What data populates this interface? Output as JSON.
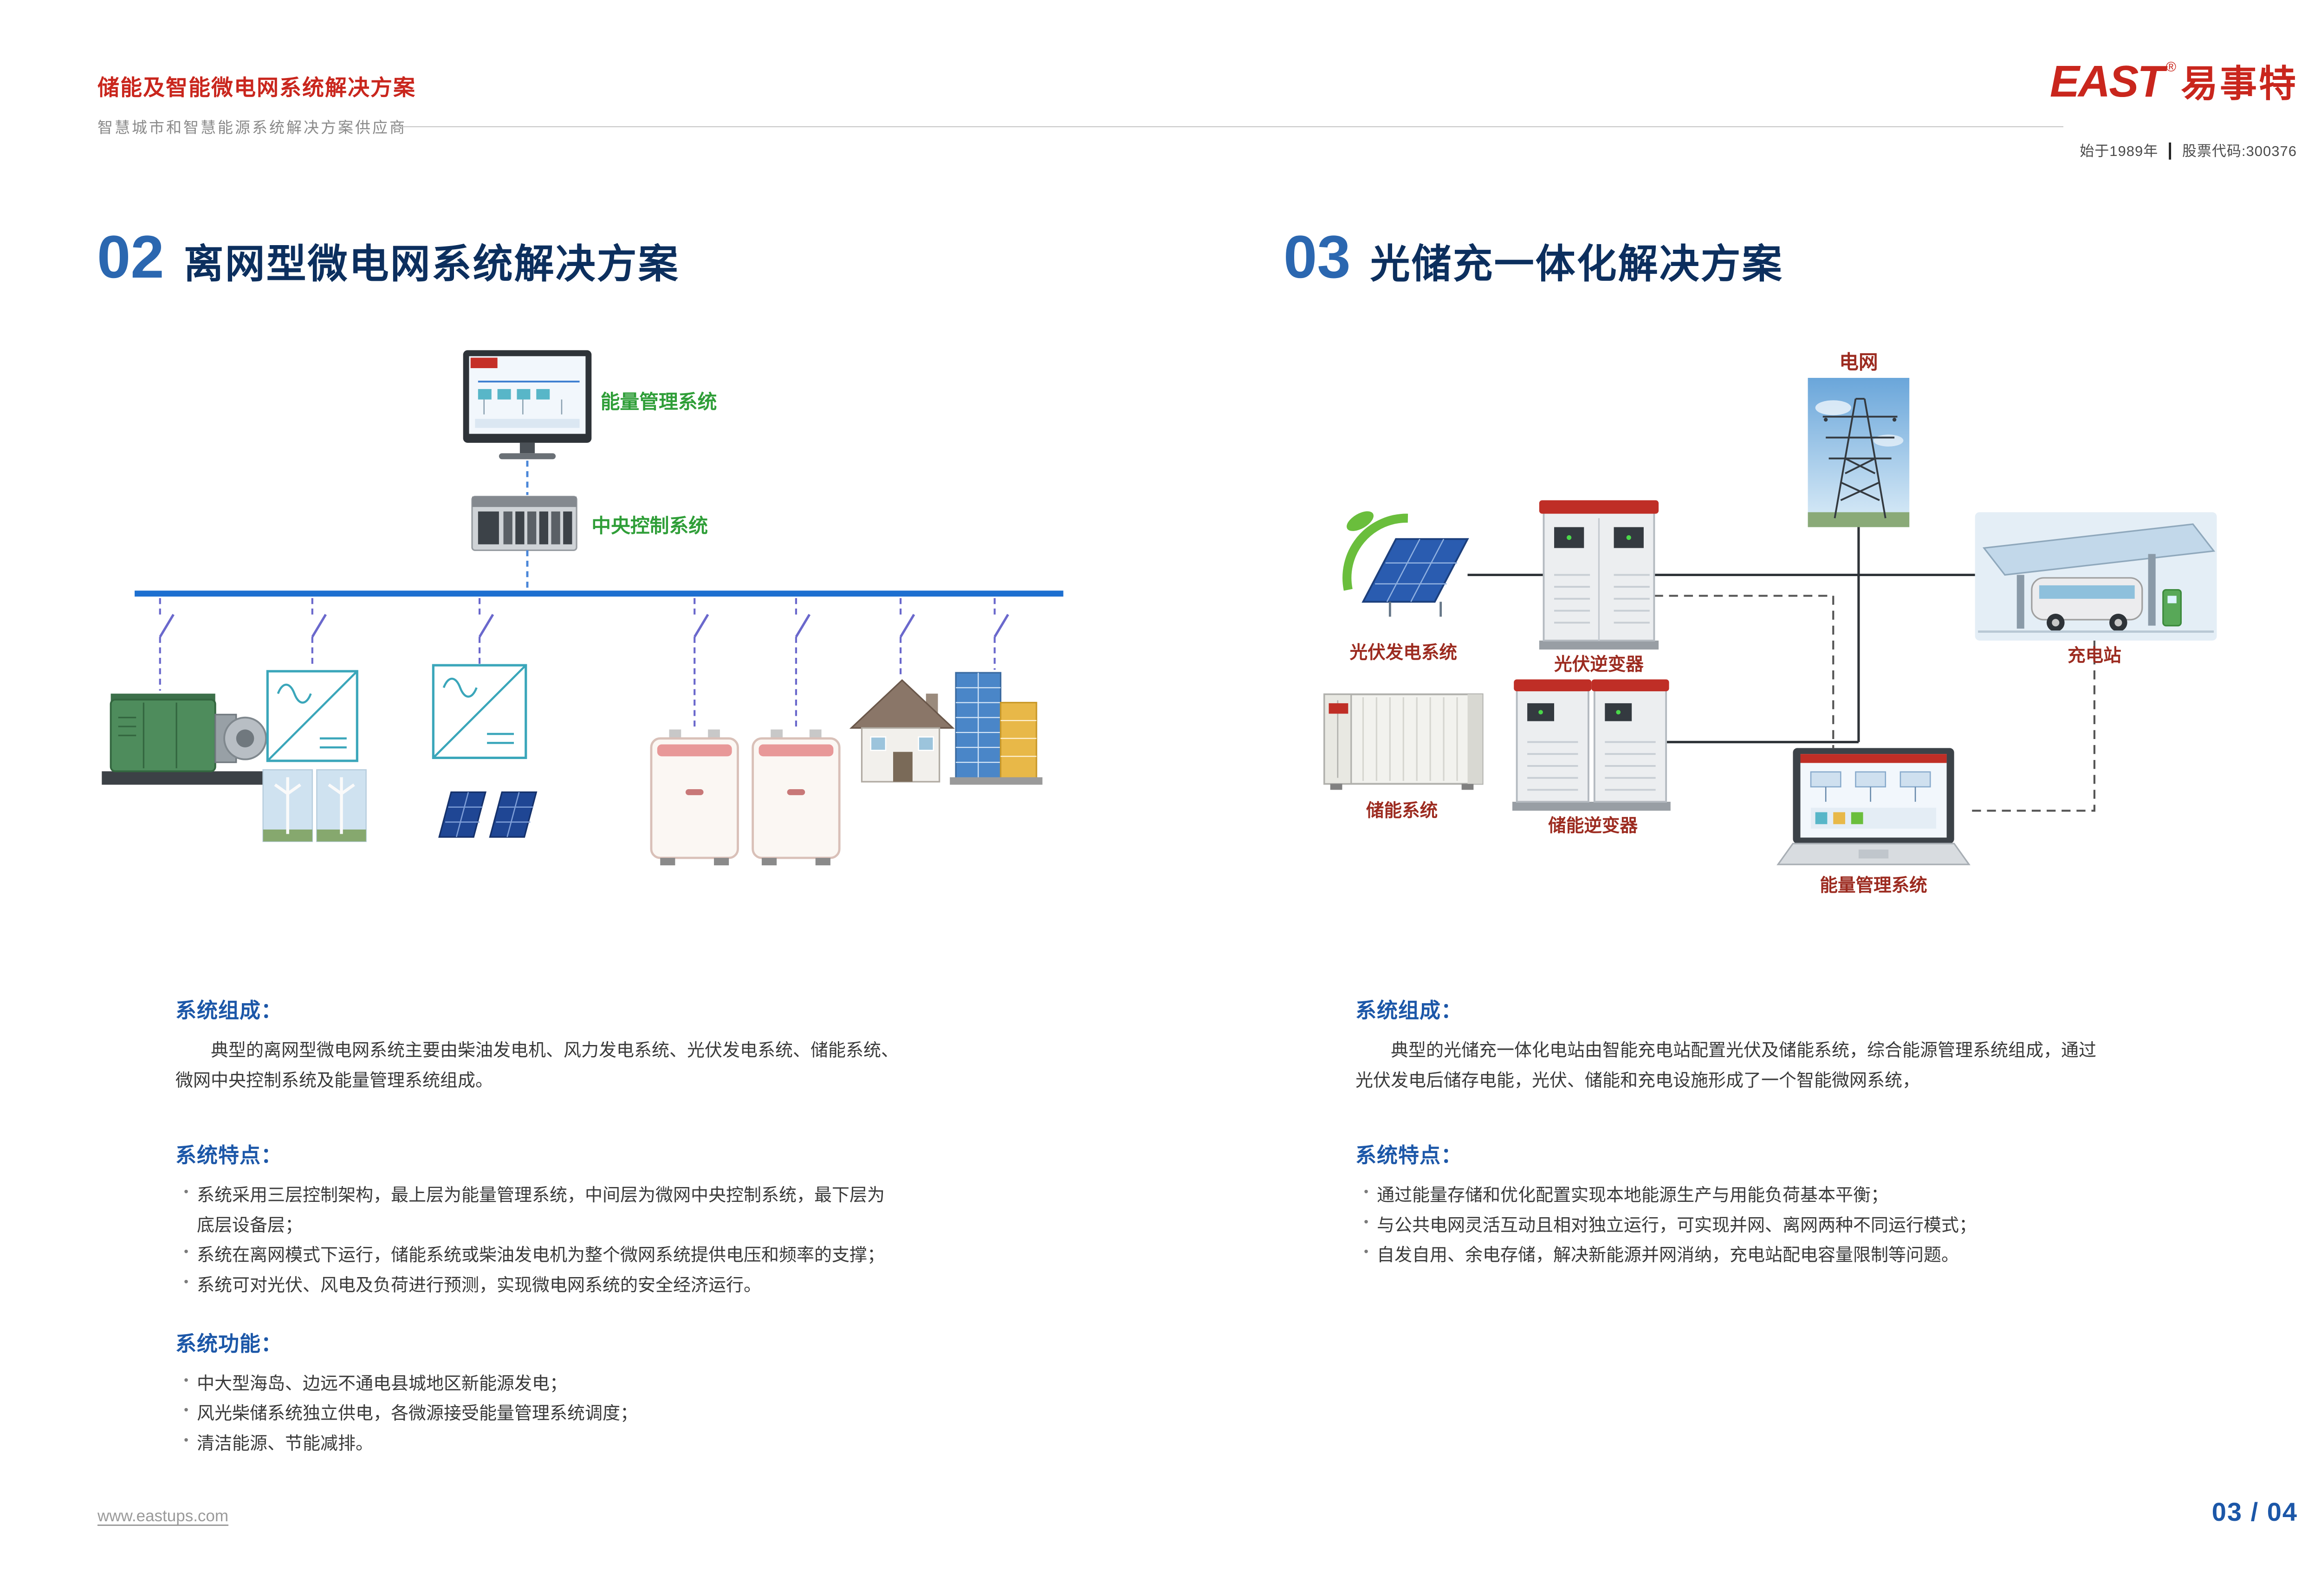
{
  "header": {
    "title": "储能及智能微电网系统解决方案",
    "subtitle": "智慧城市和智慧能源系统解决方案供应商",
    "logo": {
      "en": "EAST",
      "reg": "®",
      "cn": "易事特"
    },
    "tagline": {
      "founded": "始于1989年",
      "divider": "┃",
      "stock": "股票代码:300376"
    }
  },
  "left_section": {
    "number": "02",
    "title": "离网型微电网系统解决方案",
    "diagram": {
      "ems_label": "能量管理系统",
      "ccs_label": "中央控制系统"
    },
    "composition": {
      "heading": "系统组成：",
      "text": "典型的离网型微电网系统主要由柴油发电机、风力发电系统、光伏发电系统、储能系统、微网中央控制系统及能量管理系统组成。"
    },
    "features": {
      "heading": "系统特点：",
      "bullets": [
        "系统采用三层控制架构，最上层为能量管理系统，中间层为微网中央控制系统，最下层为底层设备层；",
        "系统在离网模式下运行，储能系统或柴油发电机为整个微网系统提供电压和频率的支撑；",
        "系统可对光伏、风电及负荷进行预测，实现微电网系统的安全经济运行。"
      ]
    },
    "functions": {
      "heading": "系统功能：",
      "bullets": [
        "中大型海岛、边远不通电县城地区新能源发电；",
        "风光柴储系统独立供电，各微源接受能量管理系统调度；",
        "清洁能源、节能减排。"
      ]
    }
  },
  "right_section": {
    "number": "03",
    "title": "光储充一体化解决方案",
    "diagram": {
      "grid_label": "电网",
      "pv_label": "光伏发电系统",
      "pv_inverter_label": "光伏逆变器",
      "charging_label": "充电站",
      "storage_label": "储能系统",
      "storage_inverter_label": "储能逆变器",
      "ems_label": "能量管理系统"
    },
    "composition": {
      "heading": "系统组成：",
      "text": "典型的光储充一体化电站由智能充电站配置光伏及储能系统，综合能源管理系统组成，通过光伏发电后储存电能，光伏、储能和充电设施形成了一个智能微网系统，"
    },
    "features": {
      "heading": "系统特点：",
      "bullets": [
        "通过能量存储和优化配置实现本地能源生产与用能负荷基本平衡；",
        "与公共电网灵活互动且相对独立运行，可实现并网、离网两种不同运行模式；",
        "自发自用、余电存储，解决新能源并网消纳，充电站配电容量限制等问题。"
      ]
    }
  },
  "footer": {
    "website": "www.eastups.com",
    "page_number": "03 / 04"
  },
  "ui": {
    "bullet": "•"
  },
  "colors": {
    "brand_red": "#c9261d",
    "heading_blue": "#1c57a8",
    "number_blue": "#2b67b0",
    "title_navy": "#0c2f5e",
    "diagram_green_label": "#2f9e38",
    "diagram_red_label": "#9c2b20",
    "bus_blue": "#1d6fd0"
  }
}
